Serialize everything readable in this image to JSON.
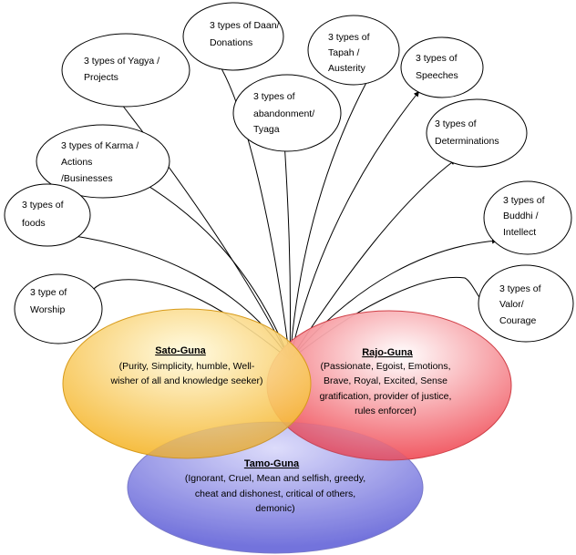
{
  "bubbles": [
    {
      "id": "daan",
      "lines": [
        "3 types of Daan/",
        "Donations"
      ]
    },
    {
      "id": "tapah",
      "lines": [
        "3 types of",
        "Tapah /",
        "Austerity"
      ]
    },
    {
      "id": "speeches",
      "lines": [
        "3 types of",
        "Speeches"
      ]
    },
    {
      "id": "yagya",
      "lines": [
        "3 types of Yagya /",
        "Projects"
      ]
    },
    {
      "id": "tyaga",
      "lines": [
        "3 types of",
        "abandonment/",
        "Tyaga"
      ]
    },
    {
      "id": "determinations",
      "lines": [
        "3 types of",
        "Determinations"
      ]
    },
    {
      "id": "karma",
      "lines": [
        "3 types of Karma /",
        "Actions",
        "/Businesses"
      ]
    },
    {
      "id": "foods",
      "lines": [
        "3 types of",
        "foods"
      ]
    },
    {
      "id": "buddhi",
      "lines": [
        "3 types of",
        "Buddhi /",
        "Intellect"
      ]
    },
    {
      "id": "worship",
      "lines": [
        "3 type of",
        "Worship"
      ]
    },
    {
      "id": "valor",
      "lines": [
        "3 types of",
        "Valor/",
        "Courage"
      ]
    }
  ],
  "gunas": {
    "sato": {
      "title": "Sato-Guna",
      "lines": [
        "(Purity, Simplicity,  humble,  Well-",
        "wisher of all and knowledge seeker)"
      ]
    },
    "rajo": {
      "title": "Rajo-Guna",
      "lines": [
        "(Passionate,  Egoist, Emotions,",
        "Brave, Royal, Excited,  Sense",
        "gratification,   provider of justice,",
        "rules enforcer)"
      ]
    },
    "tamo": {
      "title": "Tamo-Guna",
      "lines": [
        "(Ignorant, Cruel, Mean and selfish,  greedy,",
        "cheat and dishonest,  critical  of others,",
        "demonic)"
      ]
    }
  },
  "colors": {
    "sato_center": "#fffbe0",
    "sato_edge": "#f5b52a",
    "rajo_center": "#ffffff",
    "rajo_edge": "#f0505a",
    "tamo_center": "#ecebff",
    "tamo_edge": "#7474dc",
    "line": "#000000"
  }
}
